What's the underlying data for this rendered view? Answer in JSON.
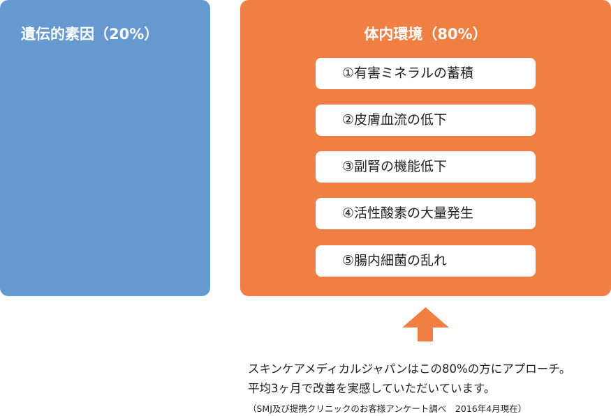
{
  "genetic": {
    "title": "遺伝的素因（20%）",
    "color": "#6699cf"
  },
  "environment": {
    "title": "体内環境（80%）",
    "color": "#ef7f42",
    "items": [
      "①有害ミネラルの蓄積",
      "②皮膚血流の低下",
      "③副腎の機能低下",
      "④活性酸素の大量発生",
      "⑤腸内細菌の乱れ"
    ]
  },
  "arrow": {
    "icon": "up-arrow-icon",
    "color": "#ef7f42"
  },
  "note": {
    "line1": "スキンケアメディカルジャパンはこの80%の方にアプローチ。",
    "line2": "平均3ヶ月で改善を実感していただいています。",
    "line3": "（SMJ及び提携クリニックのお客様アンケート調べ　2016年4月現在）"
  }
}
